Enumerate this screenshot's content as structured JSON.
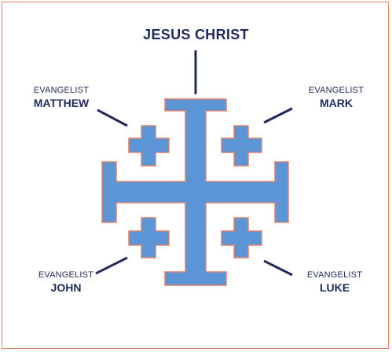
{
  "title": "JESUS CHRIST",
  "labels": {
    "top_left": {
      "small": "EVANGELIST",
      "big": "MATTHEW"
    },
    "top_right": {
      "small": "EVANGELIST",
      "big": "MARK"
    },
    "bottom_left": {
      "small": "EVANGELIST",
      "big": "JOHN"
    },
    "bottom_right": {
      "small": "EVANGELIST",
      "big": "LUKE"
    }
  },
  "colors": {
    "cross_fill": "#5b95d6",
    "cross_outline": "#e0826a",
    "text": "#1f2a5a",
    "line": "#1f2a5a",
    "frame": "#e0826a"
  }
}
